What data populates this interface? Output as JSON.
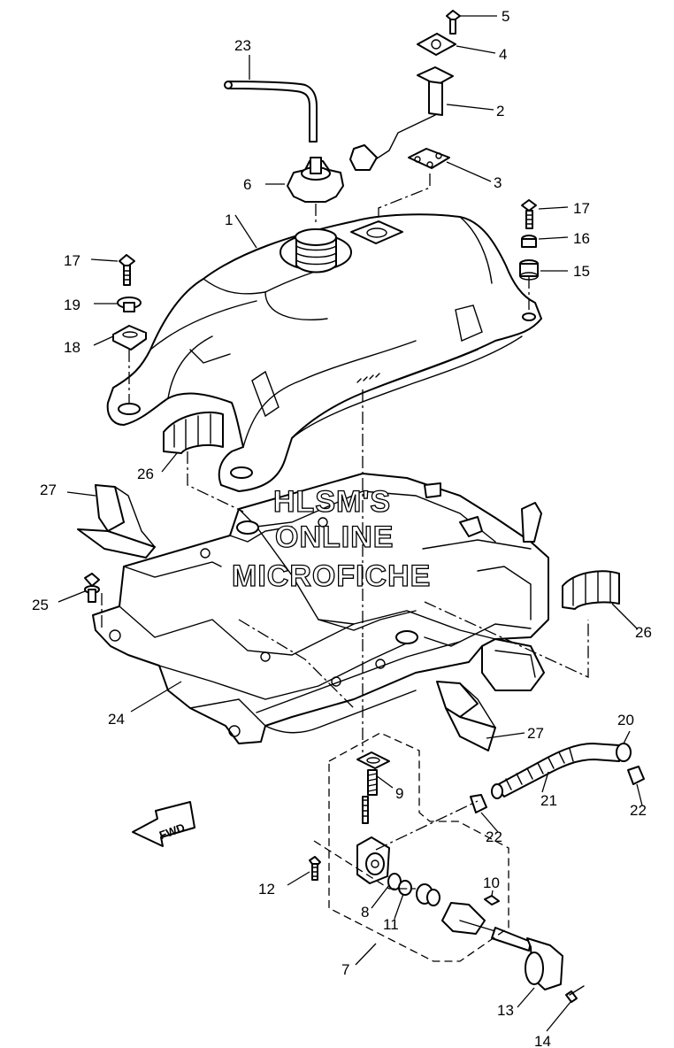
{
  "diagram": {
    "callouts": {
      "c1": "1",
      "c2": "2",
      "c3": "3",
      "c4": "4",
      "c5": "5",
      "c6": "6",
      "c7": "7",
      "c8": "8",
      "c9": "9",
      "c10": "10",
      "c11": "11",
      "c12": "12",
      "c13": "13",
      "c14": "14",
      "c15": "15",
      "c16": "16",
      "c17a": "17",
      "c17b": "17",
      "c18": "18",
      "c19": "19",
      "c20": "20",
      "c21": "21",
      "c22a": "22",
      "c22b": "22",
      "c23": "23",
      "c24": "24",
      "c25": "25",
      "c26a": "26",
      "c26b": "26",
      "c27a": "27",
      "c27b": "27"
    },
    "watermark": {
      "line1": "HLSM'S",
      "line2": "ONLINE",
      "line3": "MICROFICHE"
    },
    "direction_label": "FWD"
  }
}
